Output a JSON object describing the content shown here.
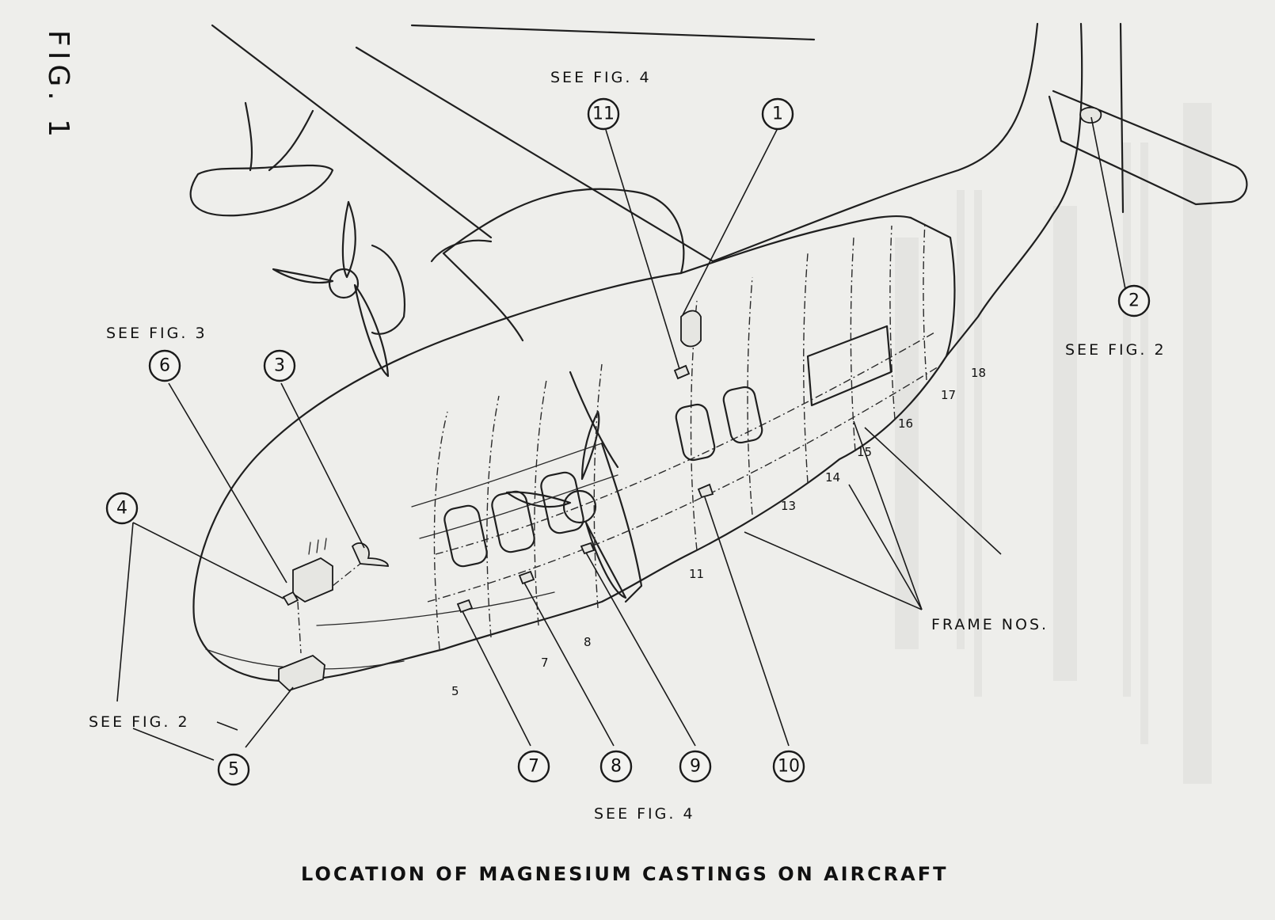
{
  "figure_label": "FIG. 1",
  "title": "LOCATION OF MAGNESIUM CASTINGS ON AIRCRAFT",
  "references": {
    "top": "SEE FIG. 4",
    "left": "SEE FIG. 3",
    "right": "SEE FIG. 2",
    "bottom_left": "SEE FIG. 2",
    "bottom": "SEE FIG. 4"
  },
  "frame_label": "FRAME NOS.",
  "frame_numbers": [
    "5",
    "7",
    "8",
    "11",
    "13",
    "14",
    "15",
    "16",
    "17",
    "18"
  ],
  "callouts": [
    "1",
    "2",
    "3",
    "4",
    "5",
    "6",
    "7",
    "8",
    "9",
    "10",
    "11"
  ],
  "colors": {
    "paper": "#eeeeeb",
    "ink": "#1a1a1a",
    "bleed_through": "#c7c7c3"
  }
}
